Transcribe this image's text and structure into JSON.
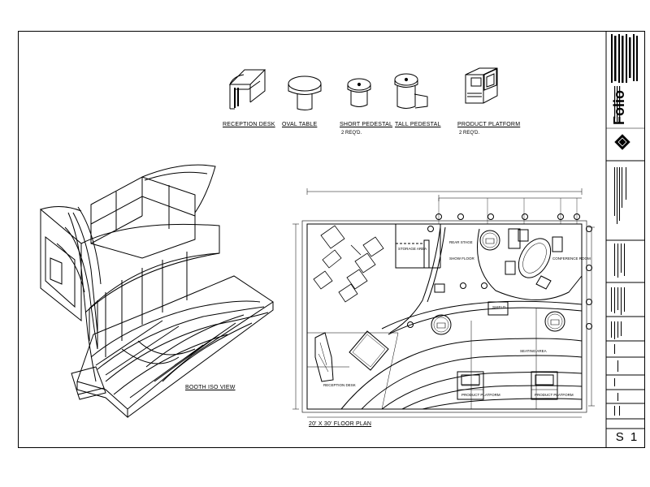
{
  "furniture": [
    {
      "label": "RECEPTION DESK",
      "qty": ""
    },
    {
      "label": "OVAL TABLE",
      "qty": ""
    },
    {
      "label": "SHORT PEDESTAL",
      "qty": "2 REQ'D."
    },
    {
      "label": "TALL PEDESTAL",
      "qty": ""
    },
    {
      "label": "PRODUCT PLATFORM",
      "qty": "2 REQ'D."
    }
  ],
  "views": {
    "iso_caption": "BOOTH ISO VIEW",
    "plan_caption": "20' X 30' FLOOR PLAN"
  },
  "plan_labels": {
    "storage": "STORAGE AREA",
    "rear_stage": "REAR STAGE",
    "rear_stage2": "SHOW FLOOR",
    "conference": "CONFERENCE ROOM",
    "reception": "RECEPTION DESK",
    "shield": "SHIELD",
    "platform_left": "PRODUCT PLATFORM",
    "platform_right": "PRODUCT PLATFORM",
    "seating": "SEATING AREA"
  },
  "title_block": {
    "brand": "Folio",
    "sheet_number": "S 1"
  }
}
